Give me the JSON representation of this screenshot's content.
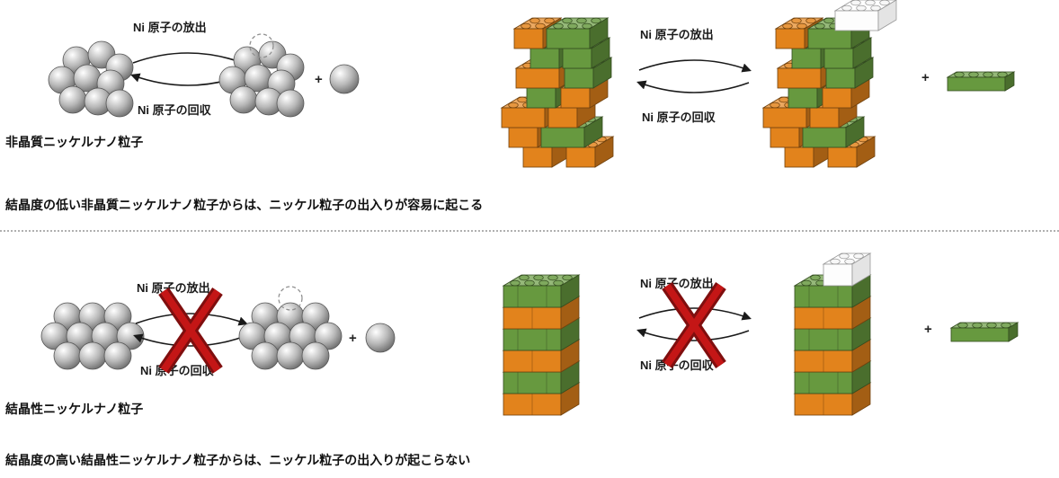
{
  "labels": {
    "release": "Ni 原子の放出",
    "recover": "Ni 原子の回収",
    "plus": "+"
  },
  "sections": {
    "amorphous": {
      "particle_label": "非晶質ニッケルナノ粒子",
      "caption": "結晶度の低い非晶質ニッケルナノ粒子からは、ニッケル粒子の出入りが容易に起こる"
    },
    "crystalline": {
      "particle_label": "結晶性ニッケルナノ粒子",
      "caption": "結晶度の高い結晶性ニッケルナノ粒子からは、ニッケル粒子の出入りが起こらない"
    }
  },
  "colors": {
    "brick_orange": "#e2831c",
    "brick_green": "#67993f",
    "cross_red": "#c41616",
    "sphere_gray": "#b8b8b8"
  }
}
